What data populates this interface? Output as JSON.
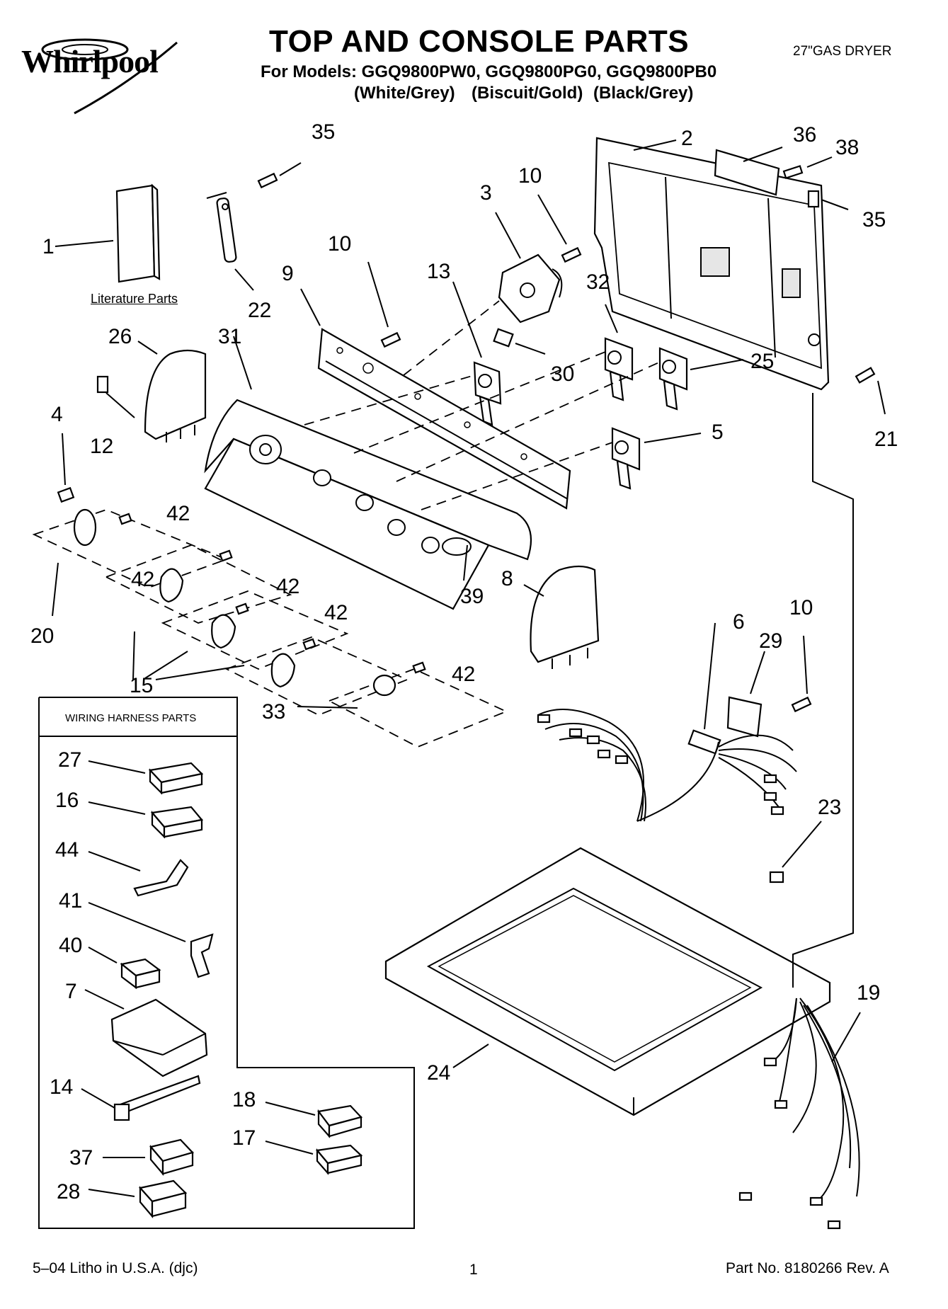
{
  "header": {
    "brand": "Whirlpool",
    "title": "TOP AND CONSOLE PARTS",
    "models_line": "For Models: GGQ9800PW0, GGQ9800PG0, GGQ9800PB0",
    "color_variants": [
      "(White/Grey)",
      "(Biscuit/Gold)",
      "(Black/Grey)"
    ],
    "product_type": "27\"GAS DRYER"
  },
  "labels": {
    "literature_parts": "Literature Parts",
    "wiring_harness_parts": "WIRING HARNESS PARTS"
  },
  "callouts": {
    "c1": "1",
    "c2": "2",
    "c3": "3",
    "c4": "4",
    "c5": "5",
    "c6": "6",
    "c7": "7",
    "c8": "8",
    "c9": "9",
    "c10a": "10",
    "c10b": "10",
    "c10c": "10",
    "c12": "12",
    "c13": "13",
    "c14": "14",
    "c15": "15",
    "c16": "16",
    "c17": "17",
    "c18": "18",
    "c19": "19",
    "c20": "20",
    "c21": "21",
    "c22": "22",
    "c23": "23",
    "c24": "24",
    "c25": "25",
    "c26": "26",
    "c27": "27",
    "c28": "28",
    "c29": "29",
    "c30": "30",
    "c31": "31",
    "c32": "32",
    "c33": "33",
    "c35a": "35",
    "c35b": "35",
    "c36": "36",
    "c37": "37",
    "c38": "38",
    "c39": "39",
    "c40": "40",
    "c41": "41",
    "c42a": "42",
    "c42b": "42",
    "c42c": "42",
    "c42d": "42",
    "c42e": "42",
    "c44": "44"
  },
  "footer": {
    "litho": "5–04 Litho in U.S.A. (djc)",
    "page": "1",
    "part_no": "Part No. 8180266 Rev. A"
  }
}
